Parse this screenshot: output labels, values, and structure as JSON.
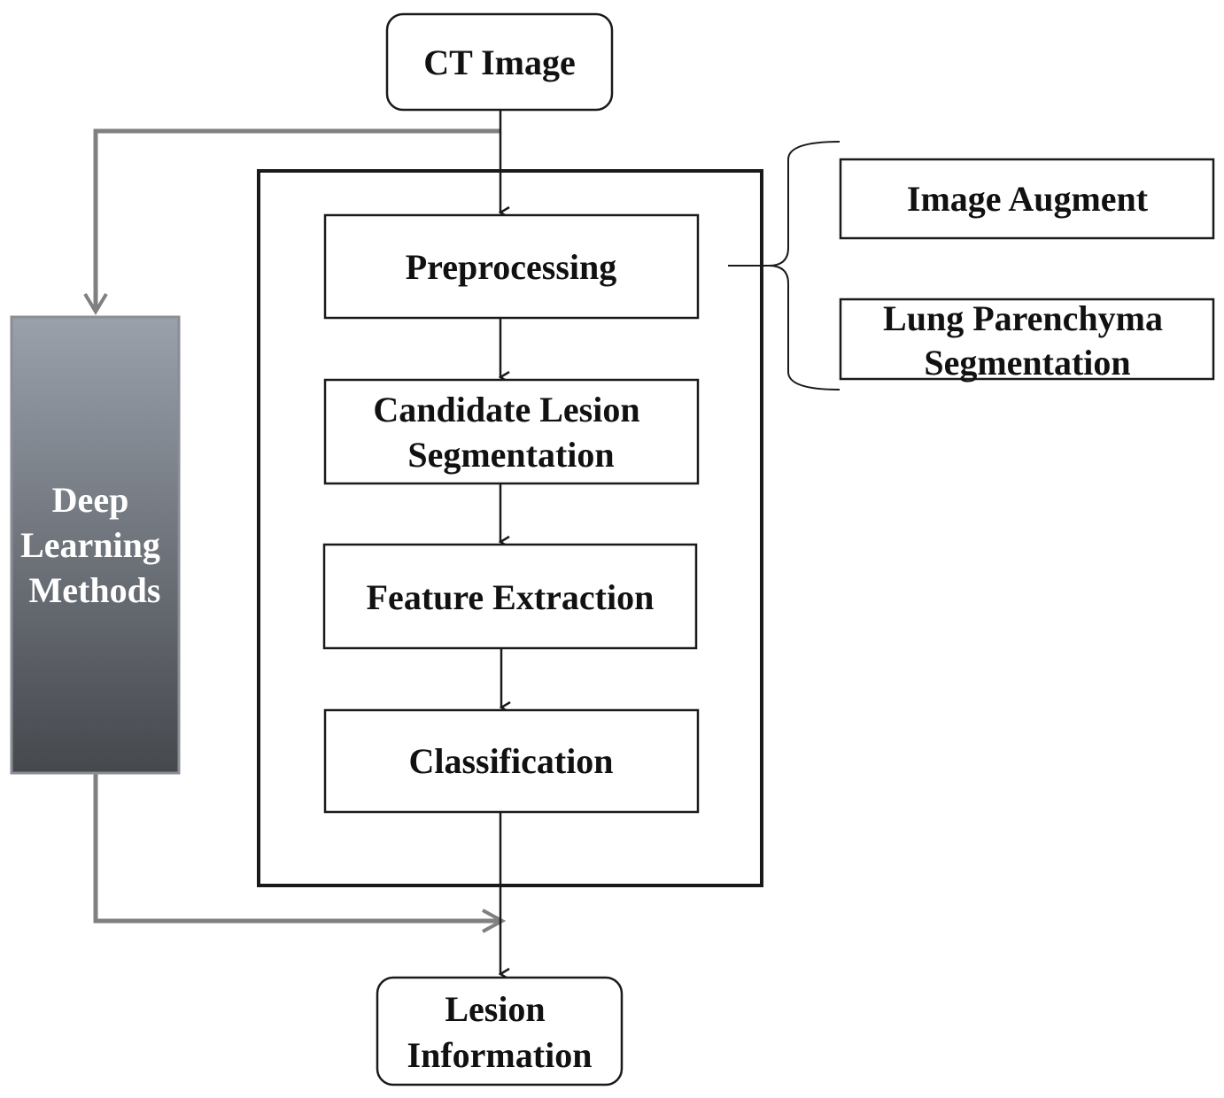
{
  "diagram": {
    "nodes": {
      "ct_image": {
        "lines": [
          "CT Image"
        ]
      },
      "preprocessing": {
        "lines": [
          "Preprocessing"
        ]
      },
      "candidate_lesion_segmentation": {
        "lines": [
          "Candidate Lesion",
          "Segmentation"
        ]
      },
      "feature_extraction": {
        "lines": [
          "Feature Extraction"
        ]
      },
      "classification": {
        "lines": [
          "Classification"
        ]
      },
      "lesion_information": {
        "lines": [
          "Lesion",
          "Information"
        ]
      },
      "image_augment": {
        "lines": [
          "Image Augment"
        ]
      },
      "lung_parenchyma_segmentation": {
        "lines": [
          "Lung Parenchyma",
          "Segmentation"
        ]
      },
      "deep_learning_methods": {
        "lines": [
          "Deep",
          "Learning",
          "Methods"
        ]
      }
    },
    "edges": [
      {
        "from": "ct_image",
        "to": "preprocessing"
      },
      {
        "from": "preprocessing",
        "to": "candidate_lesion_segmentation"
      },
      {
        "from": "candidate_lesion_segmentation",
        "to": "feature_extraction"
      },
      {
        "from": "feature_extraction",
        "to": "classification"
      },
      {
        "from": "classification",
        "to": "lesion_information"
      },
      {
        "from": "ct_image",
        "to": "deep_learning_methods"
      },
      {
        "from": "deep_learning_methods",
        "to": "lesion_information"
      }
    ],
    "colors": {
      "line": "#1a1a1a",
      "bypass_line": "#808080",
      "deep_learning_gradient_top": "#9aa1ab",
      "deep_learning_gradient_bottom": "#45484d",
      "deep_learning_text": "#ffffff"
    }
  }
}
